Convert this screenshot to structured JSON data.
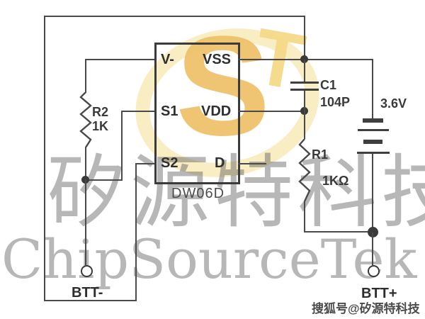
{
  "diagram": {
    "chip": {
      "name": "DW06D",
      "pins_left": [
        "V-",
        "S1",
        "S2"
      ],
      "pins_right": [
        "VSS",
        "VDD",
        "D"
      ]
    },
    "components": {
      "r2": {
        "ref": "R2",
        "value": "1K"
      },
      "r1": {
        "ref": "R1",
        "value": "1KΩ"
      },
      "c1": {
        "ref": "C1",
        "value": "104P"
      },
      "battery": {
        "value": "3.6V"
      }
    },
    "terminals": {
      "negative": "BTT-",
      "positive": "BTT+"
    }
  },
  "watermark": {
    "chinese": "矽源特科技",
    "english": "ChipSourceTek",
    "sohu_badge": "搜狐号@矽源特科技",
    "logo_letter_s": "S",
    "logo_letter_t": "T"
  },
  "colors": {
    "wire": "#4a4a4a",
    "logo_ring": "#f8ebbc",
    "logo_s": "#eec168",
    "logo_t": "#f5da88",
    "watermark_gray": "#b2b2b2"
  }
}
